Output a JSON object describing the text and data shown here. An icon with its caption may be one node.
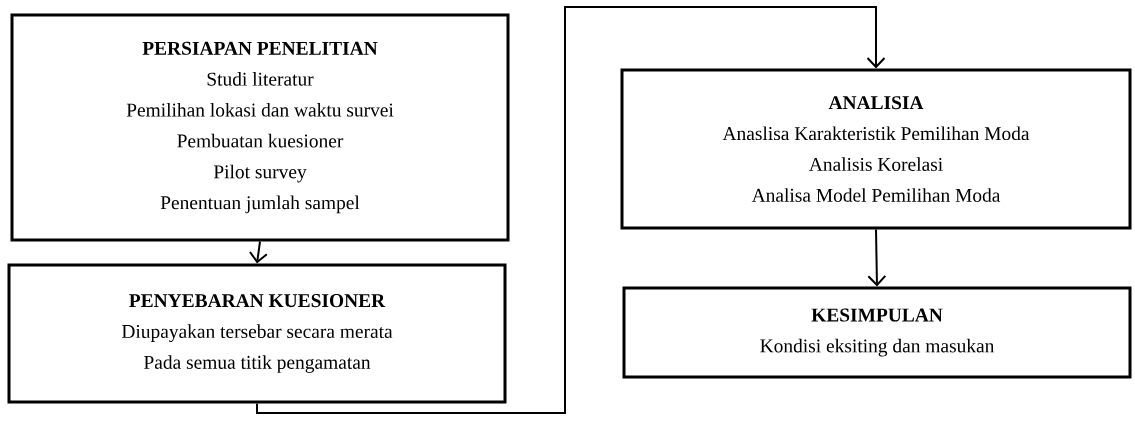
{
  "diagram": {
    "nodes": [
      {
        "text": [
          "PERSIAPAN PENELITIAN",
          "Studi literatur",
          "Pemilihan lokasi dan waktu survei",
          "Pembuatan kuesioner",
          "Pilot survey",
          "Penentuan jumlah sampel"
        ]
      },
      {
        "text": [
          "PENYEBARAN KUESIONER",
          "Diupayakan tersebar secara merata",
          "Pada semua titik pengamatan"
        ]
      },
      {
        "text": [
          "ANALISIA",
          "Anaslisa Karakteristik Pemilihan Moda",
          "Analisis Korelasi",
          "Analisa Model Pemilihan Moda"
        ]
      },
      {
        "text": [
          "KESIMPULAN",
          "Kondisi eksiting dan masukan"
        ]
      }
    ],
    "edges": [
      {
        "from": 0,
        "to": 1,
        "arrow": "to"
      },
      {
        "from": 1,
        "to": 2,
        "arrow": "to"
      },
      {
        "from": 2,
        "to": 3,
        "arrow": "to"
      }
    ]
  }
}
